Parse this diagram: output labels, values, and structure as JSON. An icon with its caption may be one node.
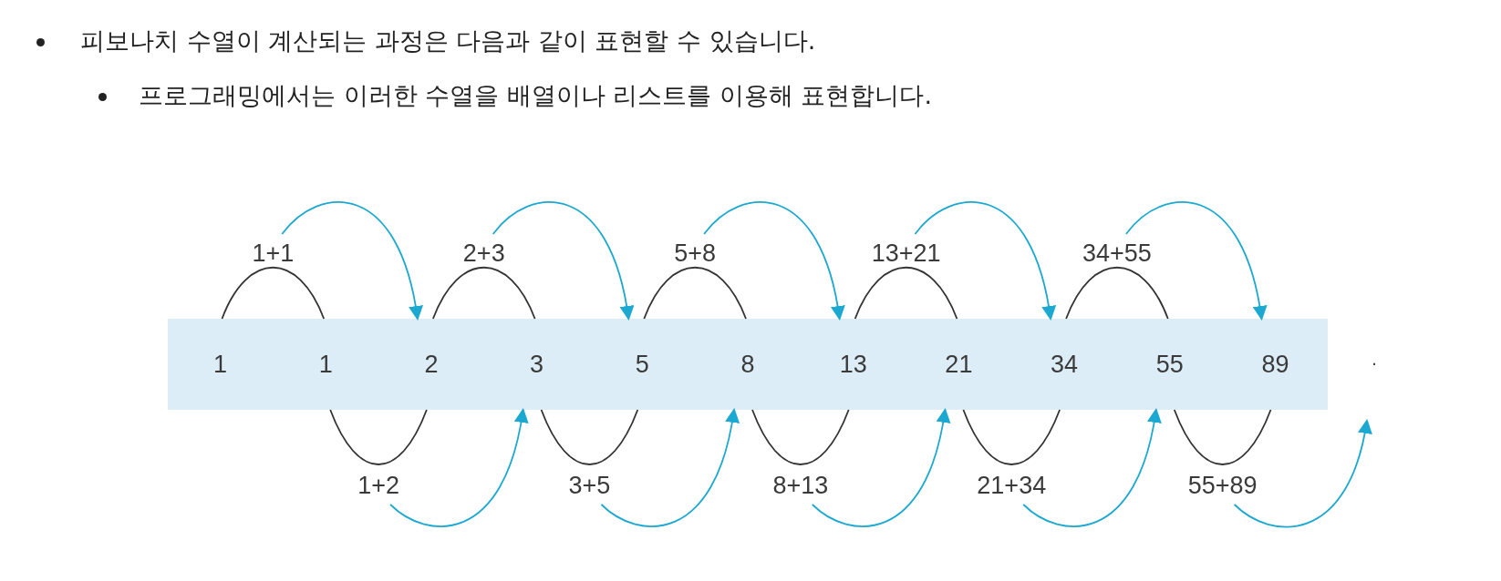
{
  "diagram": {
    "nodes": [
      {
        "text": [],
        "shape": "bar"
      },
      {
        "text": [
          "1"
        ],
        "in": 0
      },
      {
        "text": [
          "1"
        ],
        "in": 0
      },
      {
        "text": [
          "2"
        ],
        "in": 0
      },
      {
        "text": [
          "3"
        ],
        "in": 0
      },
      {
        "text": [
          "5"
        ],
        "in": 0
      },
      {
        "text": [
          "8"
        ],
        "in": 0
      },
      {
        "text": [
          "13"
        ],
        "in": 0
      },
      {
        "text": [
          "21"
        ],
        "in": 0
      },
      {
        "text": [
          "34"
        ],
        "in": 0
      },
      {
        "text": [
          "55"
        ],
        "in": 0
      },
      {
        "text": [
          "89"
        ],
        "in": 0
      },
      {
        "text": [
          "1+1"
        ]
      },
      {
        "text": [
          "1+2"
        ]
      },
      {
        "text": [
          "2+3"
        ]
      },
      {
        "text": [
          "3+5"
        ]
      },
      {
        "text": [
          "5+8"
        ]
      },
      {
        "text": [
          "8+13"
        ]
      },
      {
        "text": [
          "13+21"
        ]
      },
      {
        "text": [
          "21+34"
        ]
      },
      {
        "text": [
          "34+55"
        ]
      },
      {
        "text": [
          "55+89"
        ]
      },
      {
        "text": [
          "."
        ]
      }
    ],
    "edges": [
      {
        "from": 1,
        "to": 2,
        "arrow": "none",
        "color": "#333333"
      },
      {
        "from": 12,
        "to": 3,
        "arrow": "to",
        "color": "#1ba8d1"
      },
      {
        "from": 2,
        "to": 3,
        "arrow": "none",
        "color": "#333333"
      },
      {
        "from": 13,
        "to": 4,
        "arrow": "to",
        "color": "#1ba8d1"
      },
      {
        "from": 3,
        "to": 4,
        "arrow": "none",
        "color": "#333333"
      },
      {
        "from": 14,
        "to": 5,
        "arrow": "to",
        "color": "#1ba8d1"
      },
      {
        "from": 4,
        "to": 5,
        "arrow": "none",
        "color": "#333333"
      },
      {
        "from": 15,
        "to": 6,
        "arrow": "to",
        "color": "#1ba8d1"
      },
      {
        "from": 5,
        "to": 6,
        "arrow": "none",
        "color": "#333333"
      },
      {
        "from": 16,
        "to": 7,
        "arrow": "to",
        "color": "#1ba8d1"
      },
      {
        "from": 6,
        "to": 7,
        "arrow": "none",
        "color": "#333333"
      },
      {
        "from": 17,
        "to": 8,
        "arrow": "to",
        "color": "#1ba8d1"
      },
      {
        "from": 7,
        "to": 8,
        "arrow": "none",
        "color": "#333333"
      },
      {
        "from": 18,
        "to": 9,
        "arrow": "to",
        "color": "#1ba8d1"
      },
      {
        "from": 8,
        "to": 9,
        "arrow": "none",
        "color": "#333333"
      },
      {
        "from": 19,
        "to": 10,
        "arrow": "to",
        "color": "#1ba8d1"
      },
      {
        "from": 9,
        "to": 10,
        "arrow": "none",
        "color": "#333333"
      },
      {
        "from": 20,
        "to": 11,
        "arrow": "to",
        "color": "#1ba8d1"
      },
      {
        "from": 10,
        "to": 11,
        "arrow": "none",
        "color": "#333333"
      },
      {
        "from": 21,
        "to": 22,
        "arrow": "to",
        "color": "#1ba8d1"
      }
    ],
    "labels": [
      "피보나치 수열이 계산되는 과정은 다음과 같이 표현할 수 있습니다.",
      "프로그래밍에서는 이러한 수열을 배열이나 리스트를 이용해 표현합니다."
    ]
  }
}
